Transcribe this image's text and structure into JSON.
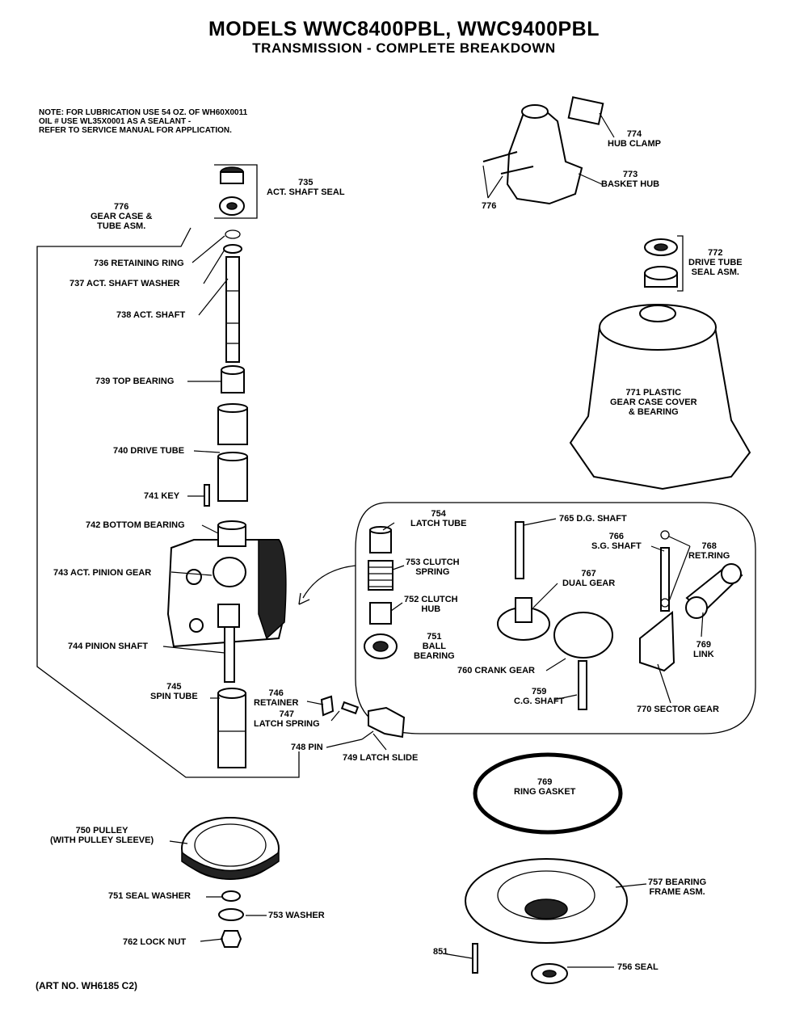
{
  "title": "MODELS WWC8400PBL, WWC9400PBL",
  "subtitle": "TRANSMISSION - COMPLETE BREAKDOWN",
  "note": [
    "NOTE: FOR LUBRICATION USE 54 OZ. OF WH60X0011",
    "OIL  #  USE WL35X0001 AS A SEALANT -",
    "REFER TO SERVICE MANUAL FOR APPLICATION."
  ],
  "art_no": "(ART NO. WH6185 C2)",
  "labels": {
    "hub_clamp": "774\nHUB CLAMP",
    "basket_hub": "773\nBASKET HUB",
    "p776_top": "776",
    "drive_tube_seal": "772\nDRIVE TUBE\nSEAL ASM.",
    "gear_case_cover": "771 PLASTIC\nGEAR CASE COVER\n& BEARING",
    "act_shaft_seal": "735\nACT. SHAFT SEAL",
    "gear_case_tube": "776\nGEAR CASE &\nTUBE ASM.",
    "retaining_ring": "736 RETAINING RING",
    "act_shaft_washer": "737  ACT. SHAFT WASHER",
    "act_shaft": "738 ACT. SHAFT",
    "top_bearing": "739 TOP BEARING",
    "drive_tube": "740 DRIVE TUBE",
    "key": "741 KEY",
    "bottom_bearing": "742 BOTTOM BEARING",
    "act_pinion_gear": "743 ACT. PINION GEAR",
    "pinion_shaft": "744 PINION SHAFT",
    "spin_tube": "745\nSPIN TUBE",
    "retainer": "746\nRETAINER",
    "latch_spring": "747\nLATCH SPRING",
    "pin": "748 PIN",
    "latch_slide": "749 LATCH SLIDE",
    "latch_tube": "754\nLATCH TUBE",
    "clutch_spring": "753 CLUTCH\nSPRING",
    "clutch_hub": "752 CLUTCH\nHUB",
    "ball_bearing": "751\nBALL\nBEARING",
    "dg_shaft": "765 D.G. SHAFT",
    "sg_shaft": "766\nS.G. SHAFT",
    "ret_ring": "768\nRET.RING",
    "dual_gear": "767\nDUAL GEAR",
    "link": "769\nLINK",
    "crank_gear": "760 CRANK GEAR",
    "cg_shaft": "759\nC.G. SHAFT",
    "sector_gear": "770 SECTOR GEAR",
    "ring_gasket": "769\nRING GASKET",
    "pulley": "750 PULLEY\n(WITH PULLEY SLEEVE)",
    "seal_washer": "751 SEAL WASHER",
    "washer": "753 WASHER",
    "lock_nut": "762 LOCK NUT",
    "bearing_frame": "757 BEARING\nFRAME ASM.",
    "p851": "851",
    "seal": "756 SEAL"
  }
}
